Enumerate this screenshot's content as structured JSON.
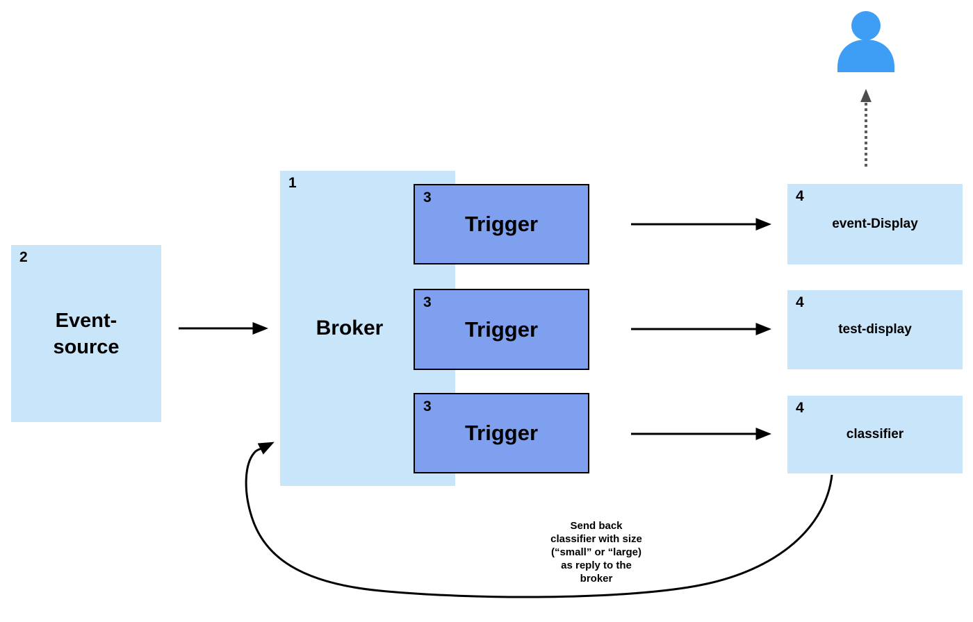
{
  "diagram": {
    "nodes": {
      "event_source": {
        "badge": "2",
        "line1": "Event-",
        "line2": "source"
      },
      "broker": {
        "badge": "1",
        "label": "Broker"
      },
      "trigger1": {
        "badge": "3",
        "label": "Trigger"
      },
      "trigger2": {
        "badge": "3",
        "label": "Trigger"
      },
      "trigger3": {
        "badge": "3",
        "label": "Trigger"
      },
      "sink1": {
        "badge": "4",
        "label": "event-Display"
      },
      "sink2": {
        "badge": "4",
        "label": "test-display"
      },
      "sink3": {
        "badge": "4",
        "label": "classifier"
      }
    },
    "annotation": {
      "line1": "Send back",
      "line2": "classifier with size",
      "line3": "(“small” or “large)",
      "line4": "as reply to the",
      "line5": "broker"
    },
    "icons": {
      "user": "user-icon",
      "arrows": [
        "solid-arrow",
        "dotted-arrow",
        "curved-reply-arrow"
      ]
    },
    "colors": {
      "node_fill_light": "#C9E5FA",
      "trigger_fill": "#7FA0EF",
      "trigger_border": "#000000",
      "arrow_black": "#000000",
      "dotted_arrow_gray": "#5B5B5B",
      "person_blue": "#3E9EF5",
      "text": "#000000",
      "background": "#FFFFFF"
    }
  }
}
